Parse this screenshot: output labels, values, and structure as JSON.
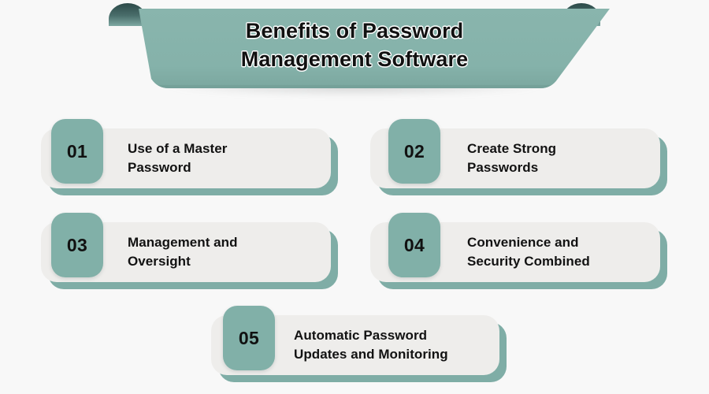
{
  "background_color": "#f8f8f8",
  "header": {
    "title_line_1": "Benefits of Password",
    "title_line_2": "Management Software",
    "banner_color": "#85b2aa",
    "banner_fold_color": "#2f4c4b",
    "title_color": "#111111",
    "title_outline_color": "#ffffff"
  },
  "theme": {
    "badge_color": "#81b0a8",
    "card_color": "#eeedeb",
    "card_shadow_color": "#7fada6",
    "text_color": "#121212"
  },
  "items": [
    {
      "number": "01",
      "label_line_1": "Use of a Master",
      "label_line_2": "Password"
    },
    {
      "number": "02",
      "label_line_1": "Create Strong",
      "label_line_2": "Passwords"
    },
    {
      "number": "03",
      "label_line_1": "Management and",
      "label_line_2": "Oversight"
    },
    {
      "number": "04",
      "label_line_1": "Convenience and",
      "label_line_2": "Security Combined"
    },
    {
      "number": "05",
      "label_line_1": "Automatic Password",
      "label_line_2": "Updates and Monitoring"
    }
  ]
}
